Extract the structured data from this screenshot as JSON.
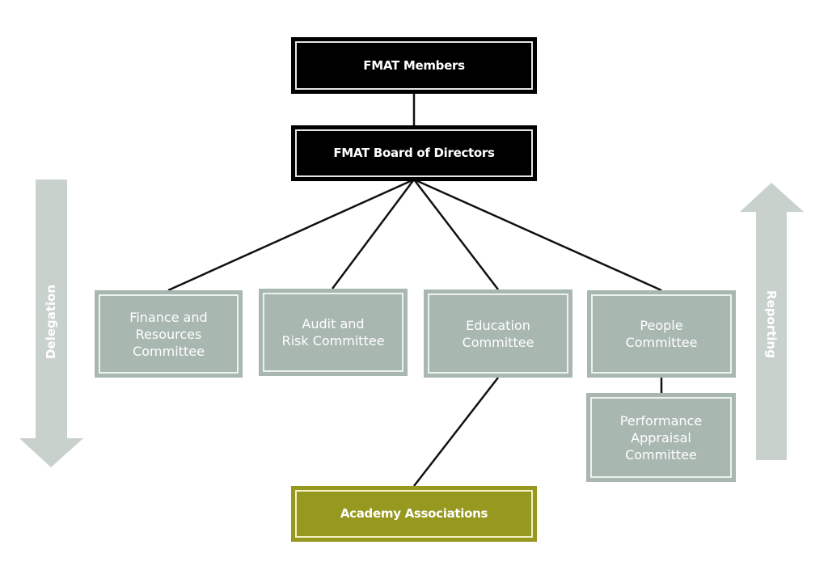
{
  "diagram": {
    "colors": {
      "top_box": "#000000",
      "committee_box": "#a9b7b1",
      "academy_box": "#96981f",
      "arrow": "#c9d1cd",
      "connector": "#111111"
    },
    "nodes": {
      "members": "FMAT Members",
      "board": "FMAT Board of Directors",
      "finance": "Finance and\nResources\nCommittee",
      "audit": "Audit and\nRisk Committee",
      "education": "Education\nCommittee",
      "people": "People\nCommittee",
      "performance": "Performance\nAppraisal\nCommittee",
      "academy": "Academy Associations"
    },
    "edges": [
      [
        "members",
        "board"
      ],
      [
        "board",
        "finance"
      ],
      [
        "board",
        "audit"
      ],
      [
        "board",
        "education"
      ],
      [
        "board",
        "people"
      ],
      [
        "people",
        "performance"
      ],
      [
        "education",
        "academy"
      ]
    ],
    "arrows": {
      "left": {
        "label": "Delegation",
        "direction": "down"
      },
      "right": {
        "label": "Reporting",
        "direction": "up"
      }
    }
  }
}
